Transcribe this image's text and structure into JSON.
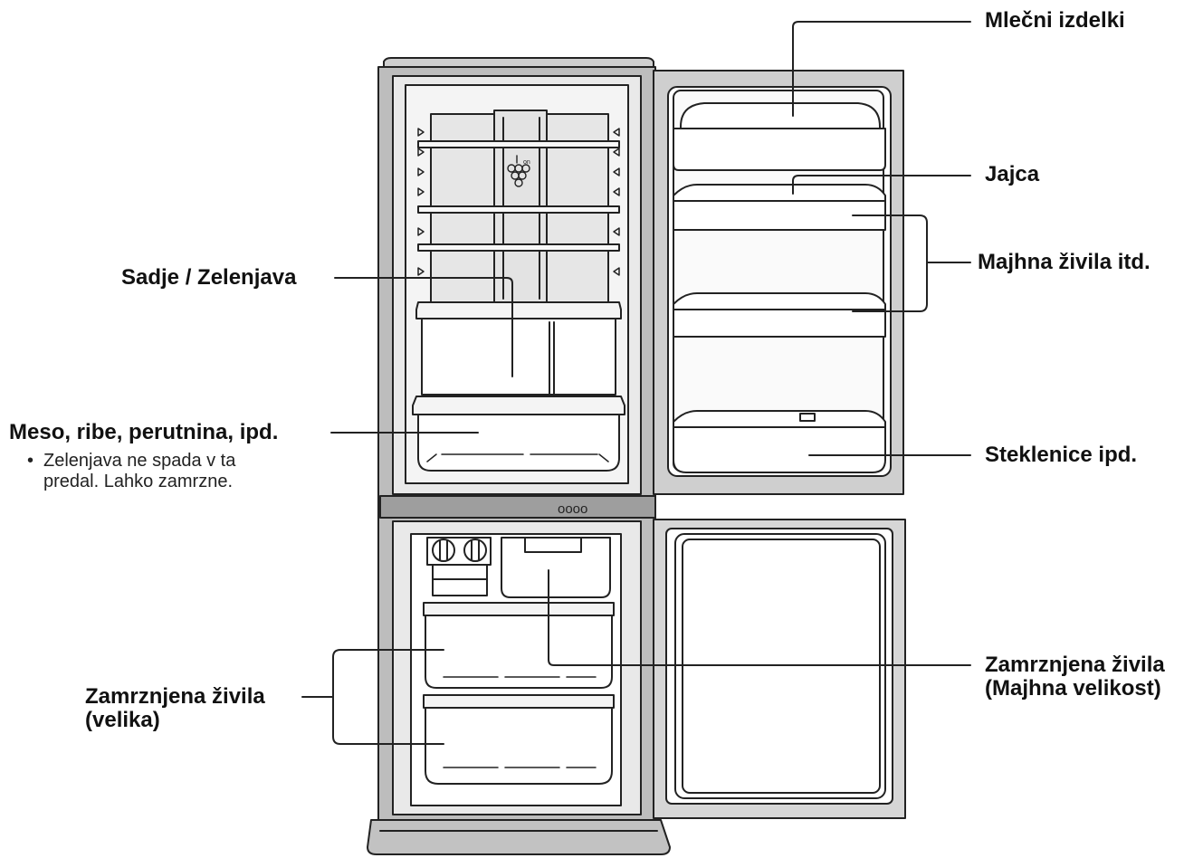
{
  "labels": {
    "dairy": "Mlečni izdelki",
    "eggs": "Jajca",
    "small_foods": "Majhna živila itd.",
    "fruit_veg": "Sadje / Zelenjava",
    "meat_fish": "Meso, ribe, perutnina, ipd.",
    "bottles": "Steklenice ipd.",
    "frozen_small_line1": "Zamrznjena živila",
    "frozen_small_line2": "(Majhna velikost)",
    "frozen_large_line1": "Zamrznjena živila",
    "frozen_large_line2": "(velika)"
  },
  "note": {
    "bullet": "•",
    "line1": "Zelenjava ne spada v ta",
    "line2": "predal. Lahko zamrzne."
  },
  "fridge": {
    "control_panel_text": "oooo"
  }
}
